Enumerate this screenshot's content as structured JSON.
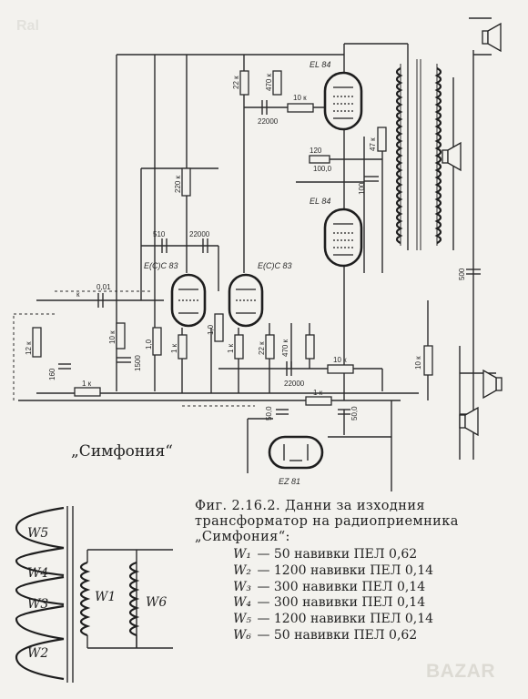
{
  "watermarks": {
    "top_left": "Ral",
    "bottom_right": "BAZAR"
  },
  "schematic_title": "„Симфония“",
  "tubes": {
    "output_upper": "EL 84",
    "output_lower": "EL 84",
    "driver_left": "ECC 83",
    "driver_left_display": "E(C)C 83",
    "driver_right": "E(C)C 83",
    "rectifier": "EZ 81"
  },
  "components": {
    "r_22k_top": "22 к",
    "r_470k_top": "470 к",
    "r_10k_grid": "10 к",
    "c_22000_top": "22000",
    "r_120": "120",
    "c_100": "100,0",
    "r_47k": "47 к",
    "c_100_small": "100",
    "r_220k": "220 к",
    "c_510": "510",
    "c_22000_mid": "22000",
    "c_001": "0,01",
    "r_12k": "12 к",
    "c_160": "160",
    "r_1k_bottom": "1 к",
    "r_10k_pot": "10 к",
    "c_1500": "1500",
    "r_10_a": "1,0",
    "r_10_b": "1,0",
    "r_1k_a": "1 к",
    "r_1k_b": "1 к",
    "r_22k_b": "22 к",
    "r_470k_b": "470 к",
    "c_22000_bottom": "22000",
    "r_10k_bottom": "10 к",
    "r_1k_filter": "1 к",
    "c_50": "50,0",
    "c_50_b": "50,0",
    "c_500": "500",
    "r_10k_right": "10 к",
    "switch_k": "к"
  },
  "transformer": {
    "left_labels": [
      "W5",
      "W4",
      "W3",
      "W2"
    ],
    "right_labels": [
      "W1",
      "W6"
    ]
  },
  "caption": {
    "line1": "Фиг.  2.16.2.  Данни  за  изходния",
    "line2": "трансформатор  на  радиоприемника",
    "line3": "„Симфония“:",
    "windings": [
      {
        "name": "W₁",
        "value": "— 50 навивки ПЕЛ 0,62"
      },
      {
        "name": "W₂",
        "value": "— 1200 навивки ПЕЛ 0,14"
      },
      {
        "name": "W₃",
        "value": "— 300 навивки ПЕЛ 0,14"
      },
      {
        "name": "W₄",
        "value": "— 300 навивки ПЕЛ 0,14"
      },
      {
        "name": "W₅",
        "value": "— 1200 навивки ПЕЛ 0,14"
      },
      {
        "name": "W₆",
        "value": "— 50 навивки ПЕЛ 0,62"
      }
    ]
  }
}
